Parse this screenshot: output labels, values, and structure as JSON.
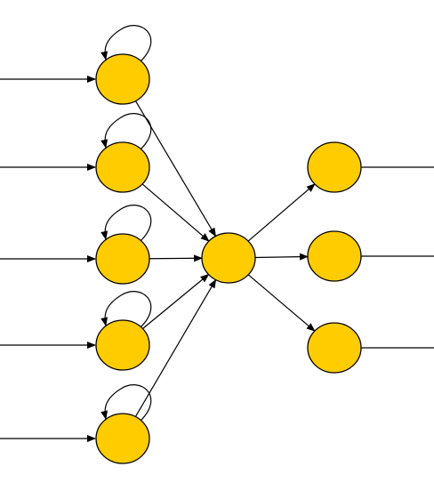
{
  "diagram": {
    "type": "network-graph",
    "node_fill": "#FFCC00",
    "node_stroke": "#000000",
    "edge_color": "#000000",
    "background": "#FFFFFF",
    "layers": [
      {
        "name": "input-layer",
        "node_count": 5,
        "self_loops": true,
        "external_input": true
      },
      {
        "name": "hidden-layer",
        "node_count": 1,
        "self_loops": false
      },
      {
        "name": "output-layer",
        "node_count": 3,
        "external_output": true
      }
    ],
    "edges": [
      {
        "from": "input-1",
        "to": "hidden-1"
      },
      {
        "from": "input-2",
        "to": "hidden-1"
      },
      {
        "from": "input-3",
        "to": "hidden-1"
      },
      {
        "from": "input-4",
        "to": "hidden-1"
      },
      {
        "from": "input-5",
        "to": "hidden-1"
      },
      {
        "from": "hidden-1",
        "to": "output-1"
      },
      {
        "from": "hidden-1",
        "to": "output-2"
      },
      {
        "from": "hidden-1",
        "to": "output-3"
      }
    ]
  }
}
